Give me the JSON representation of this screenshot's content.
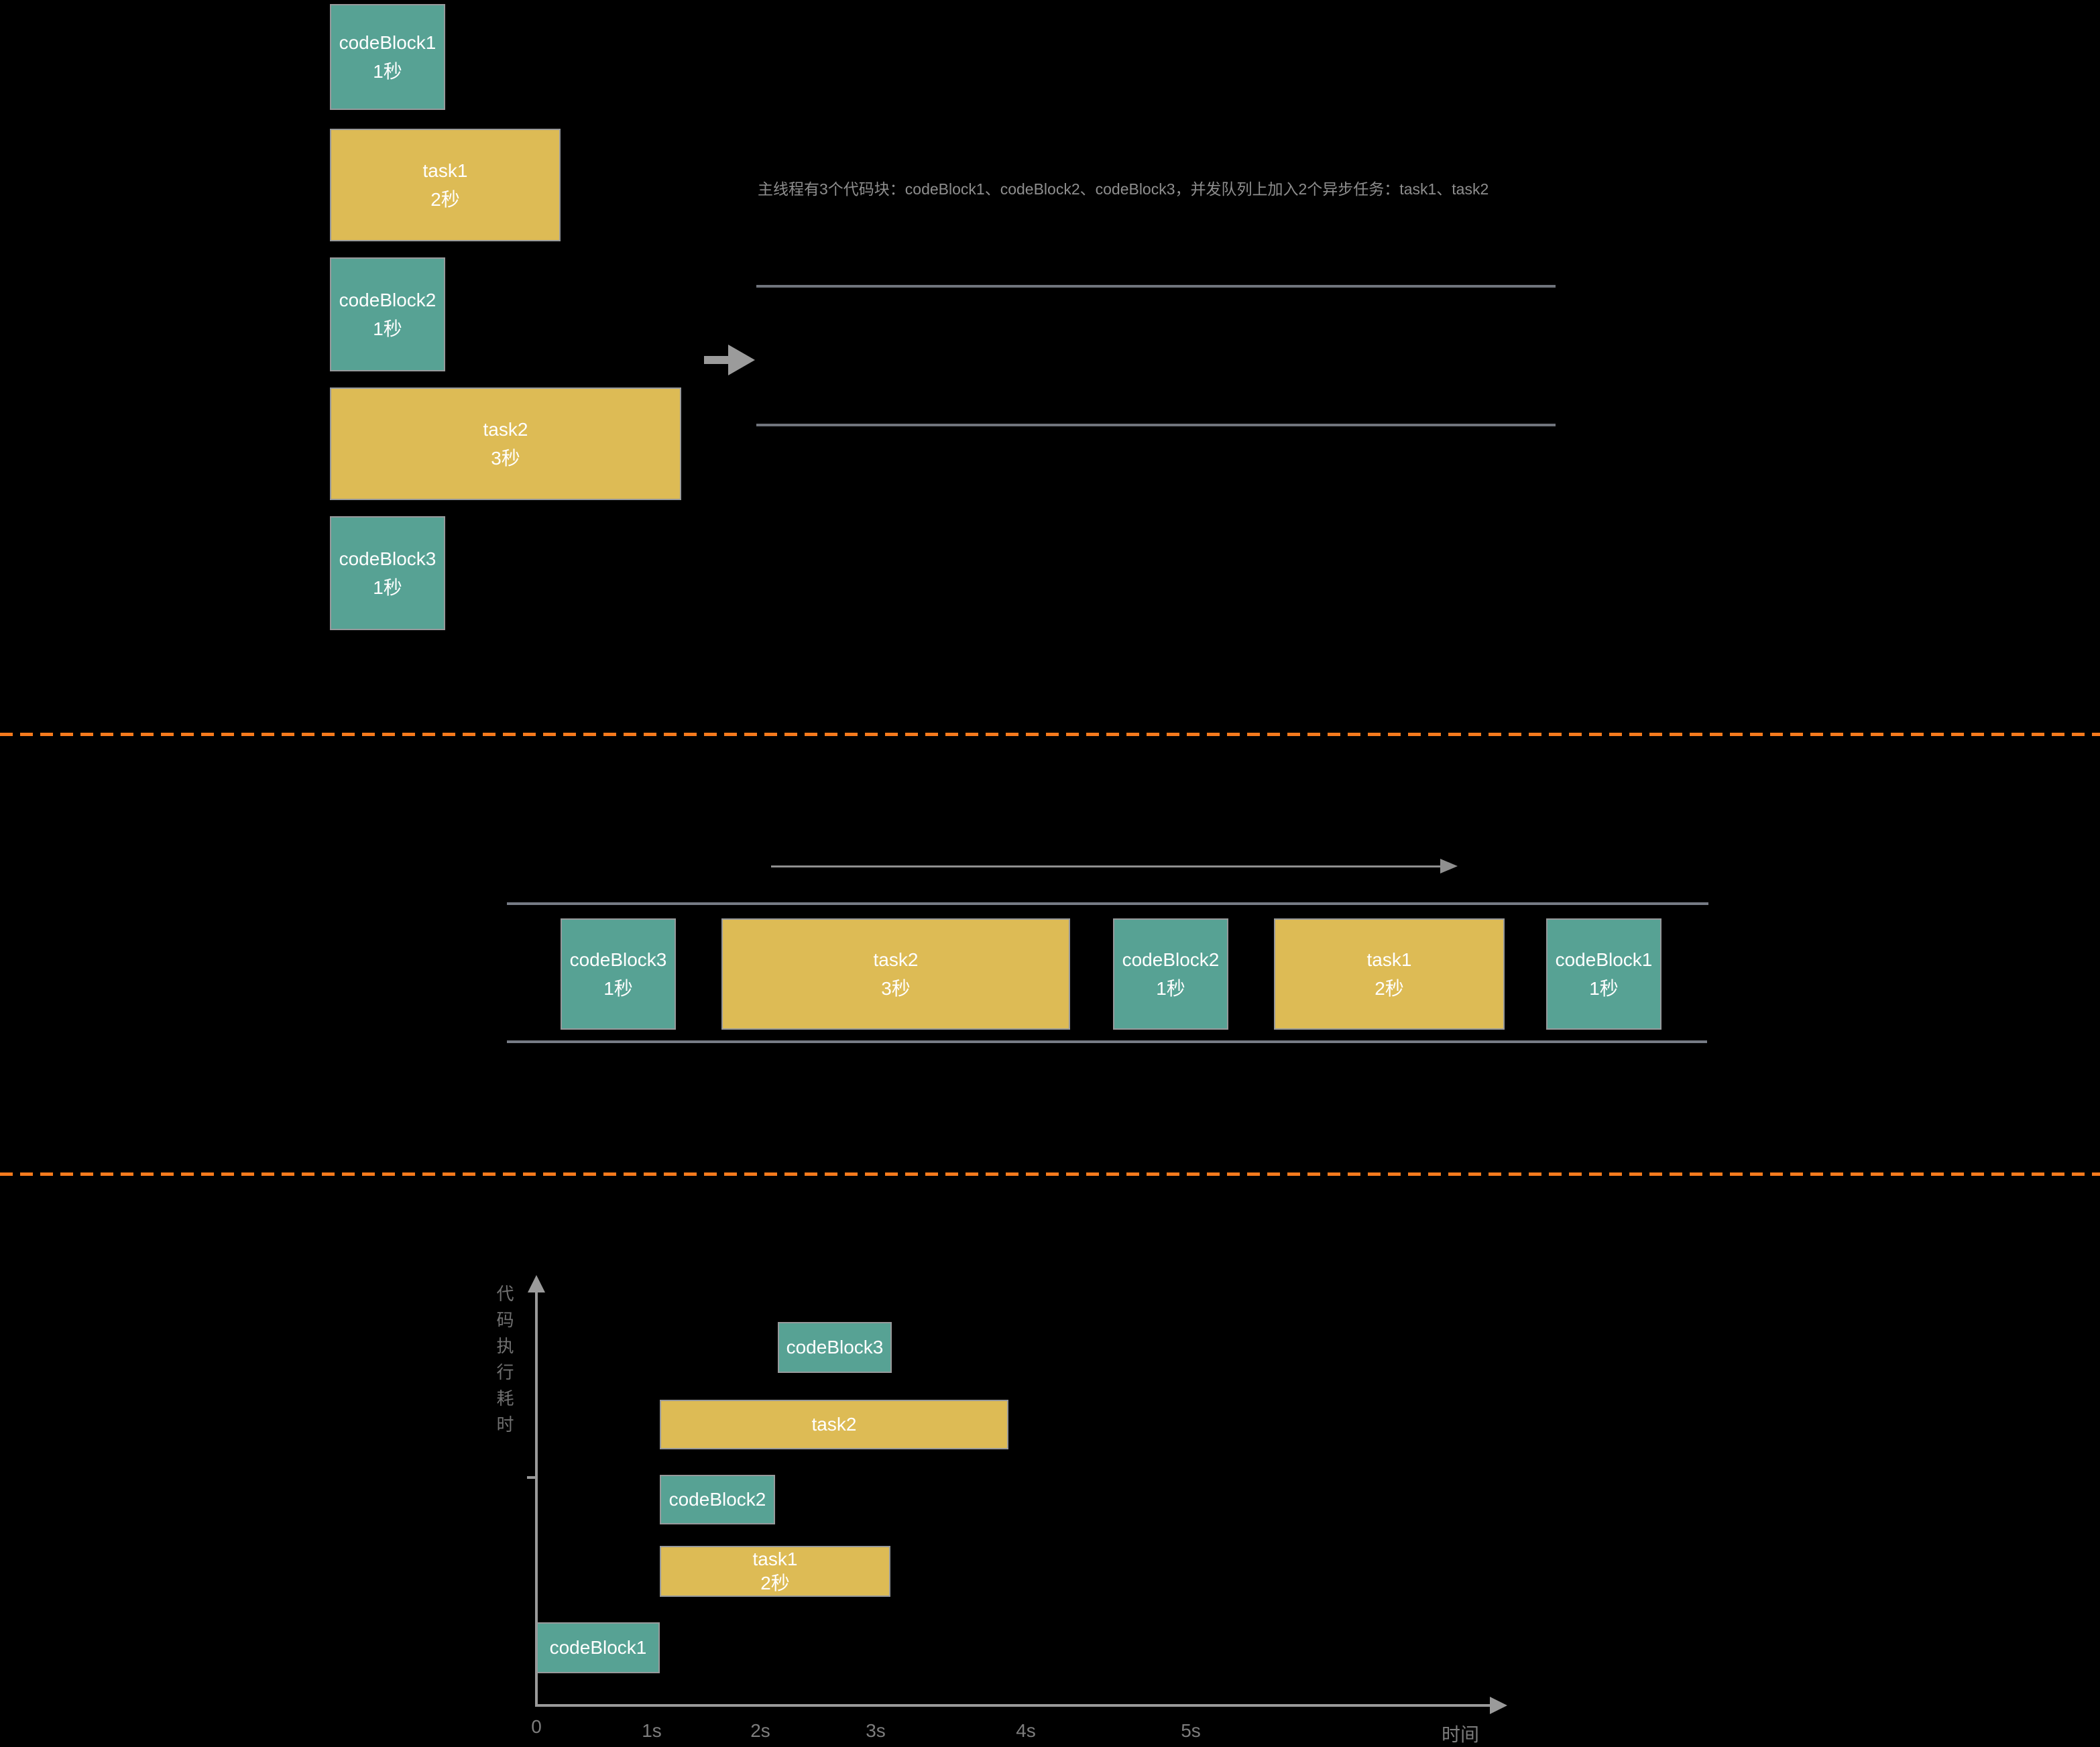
{
  "colors": {
    "code_block_fill": "#57A294",
    "task_fill": "#DDBB55",
    "divider_orange": "#F57A1D",
    "line_gray": "#9A9A9A",
    "text_gray": "#8E8E8E"
  },
  "top": {
    "description": "主线程有3个代码块：codeBlock1、codeBlock2、codeBlock3，并发队列上加入2个异步任务：task1、task2",
    "stack": [
      {
        "name": "codeBlock1",
        "duration": "1秒"
      },
      {
        "name": "task1",
        "duration": "2秒"
      },
      {
        "name": "codeBlock2",
        "duration": "1秒"
      },
      {
        "name": "task2",
        "duration": "3秒"
      },
      {
        "name": "codeBlock3",
        "duration": "1秒"
      }
    ]
  },
  "middle": {
    "queue": [
      {
        "name": "codeBlock3",
        "duration": "1秒"
      },
      {
        "name": "task2",
        "duration": "3秒"
      },
      {
        "name": "codeBlock2",
        "duration": "1秒"
      },
      {
        "name": "task1",
        "duration": "2秒"
      },
      {
        "name": "codeBlock1",
        "duration": "1秒"
      }
    ]
  },
  "chart_data": {
    "type": "bar",
    "orientation": "horizontal",
    "title": "",
    "xlabel": "时间",
    "ylabel": "代码执行耗时",
    "ticks": [
      "0",
      "1s",
      "2s",
      "3s",
      "4s",
      "5s"
    ],
    "xlim": [
      0,
      6
    ],
    "grid": false,
    "bars": [
      {
        "label": "codeBlock3",
        "start": 2,
        "end": 3,
        "color": "#57A294"
      },
      {
        "label": "task2",
        "start": 1,
        "end": 4,
        "color": "#DDBB55"
      },
      {
        "label": "codeBlock2",
        "start": 1,
        "end": 2,
        "color": "#57A294"
      },
      {
        "label": "task1",
        "duration": "2秒",
        "start": 1,
        "end": 3,
        "color": "#DDBB55"
      },
      {
        "label": "codeBlock1",
        "start": 0,
        "end": 1,
        "color": "#57A294"
      }
    ]
  }
}
